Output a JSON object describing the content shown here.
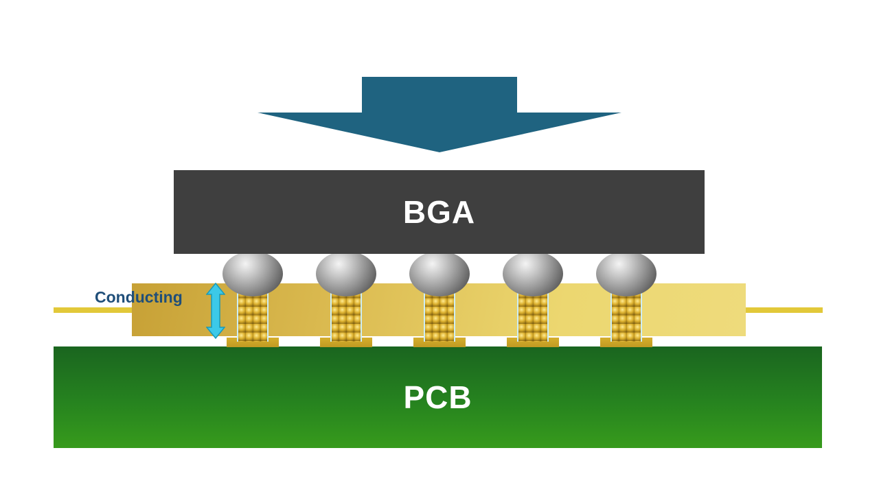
{
  "diagram": {
    "type": "bga-compression-connector-cross-section",
    "labels": {
      "bga": "BGA",
      "pcb": "PCB",
      "conducting": "Conducting"
    },
    "colors": {
      "force_arrow": "#1f6380",
      "bga_body": "#3f3f3f",
      "bga_text": "#ffffff",
      "pcb_green_top": "#1a651f",
      "pcb_green_bottom": "#379b1c",
      "pcb_text": "#ffffff",
      "film_gold_dark": "#c7a136",
      "film_gold_light": "#eedb7c",
      "trace_gold": "#e2c839",
      "pad_gold": "#c9a227",
      "particle_gold": "#dcb02e",
      "solder_ball_gray": "#909090",
      "conducting_label_blue": "#1f4e79",
      "measure_arrow_cyan": "#3cc9e8",
      "measure_arrow_edge": "#1a9ab8"
    },
    "structure": {
      "solder_ball_count": 5,
      "particle_column_count": 5,
      "pad_count": 5
    }
  }
}
